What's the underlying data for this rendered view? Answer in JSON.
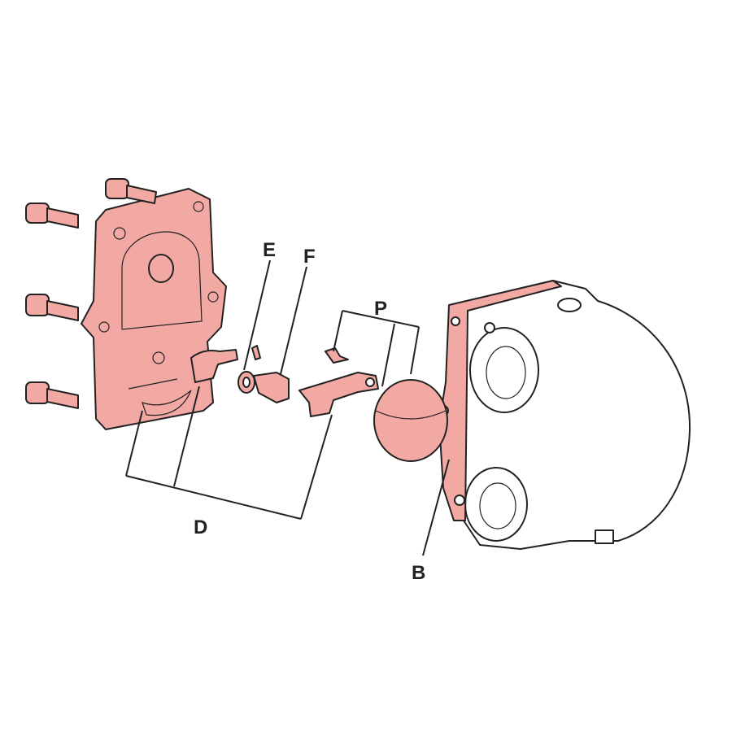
{
  "diagram": {
    "labels": {
      "E": "E",
      "F": "F",
      "P": "P",
      "D": "D",
      "B": "B"
    },
    "colors": {
      "highlight": "#f2a9a3",
      "outline": "#222222",
      "background": "#ffffff"
    }
  }
}
